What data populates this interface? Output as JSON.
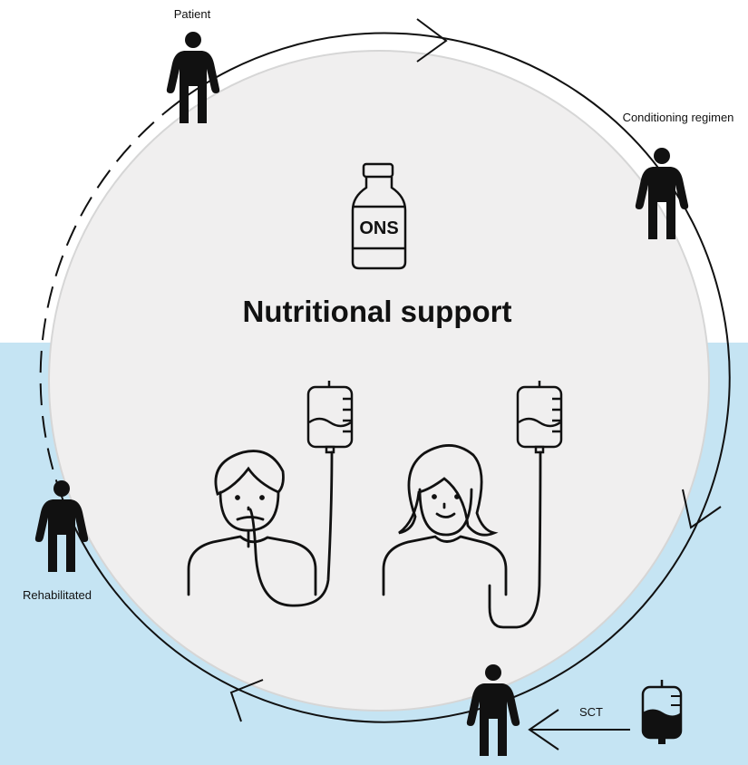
{
  "diagram": {
    "title": "Nutritional support",
    "bottle_label": "ONS",
    "stages": {
      "patient": "Patient",
      "conditioning": "Conditioning regimen",
      "sct": "SCT",
      "rehabilitated": "Rehabilitated"
    }
  },
  "colors": {
    "background": "#ffffff",
    "water": "#c5e4f3",
    "disc": "#f0efef",
    "disc_edge": "#d8d8d8",
    "ink": "#111111"
  },
  "icons": [
    "person-icon",
    "bottle-icon",
    "iv-bag-icon",
    "man-with-tube-icon",
    "woman-with-tube-icon",
    "arrow-icon"
  ]
}
